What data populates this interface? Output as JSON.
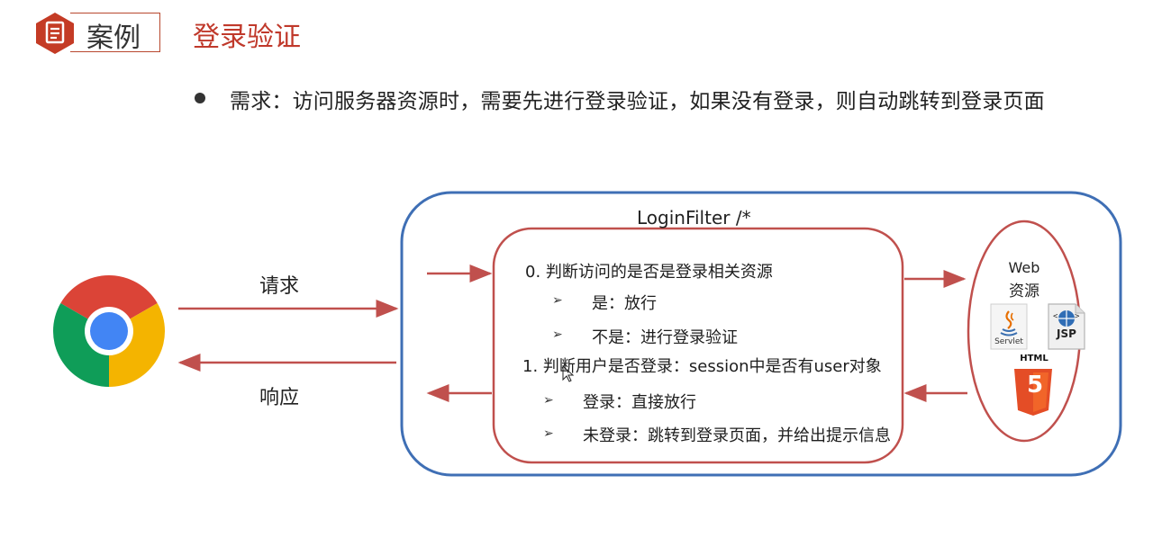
{
  "header": {
    "case_tag": "案例",
    "title": "登录验证"
  },
  "requirement": "需求：访问服务器资源时，需要先进行登录验证，如果没有登录，则自动跳转到登录页面",
  "diagram": {
    "filter_label": "LoginFilter  /*",
    "request_label": "请求",
    "response_label": "响应",
    "steps": {
      "step0": "0. 判断访问的是否是登录相关资源",
      "step0_yes": "是：放行",
      "step0_no": "不是：进行登录验证",
      "step1": "1. 判断用户是否登录：session中是否有user对象",
      "step1_logged": "登录：直接放行",
      "step1_not_logged": "未登录：跳转到登录页面，并给出提示信息"
    },
    "web_resources": {
      "line1": "Web",
      "line2": "资源",
      "servlet": "Servlet",
      "jsp": "JSP",
      "html": "HTML",
      "html_number": "5"
    }
  },
  "icons": [
    "document-icon",
    "chrome-icon",
    "java-icon",
    "jsp-icon",
    "html5-icon",
    "cursor-icon",
    "chevron-right-icon"
  ],
  "colors": {
    "accent_red": "#c0392b",
    "arrow_red": "#c0504d",
    "outer_blue": "#3f6fb5"
  }
}
